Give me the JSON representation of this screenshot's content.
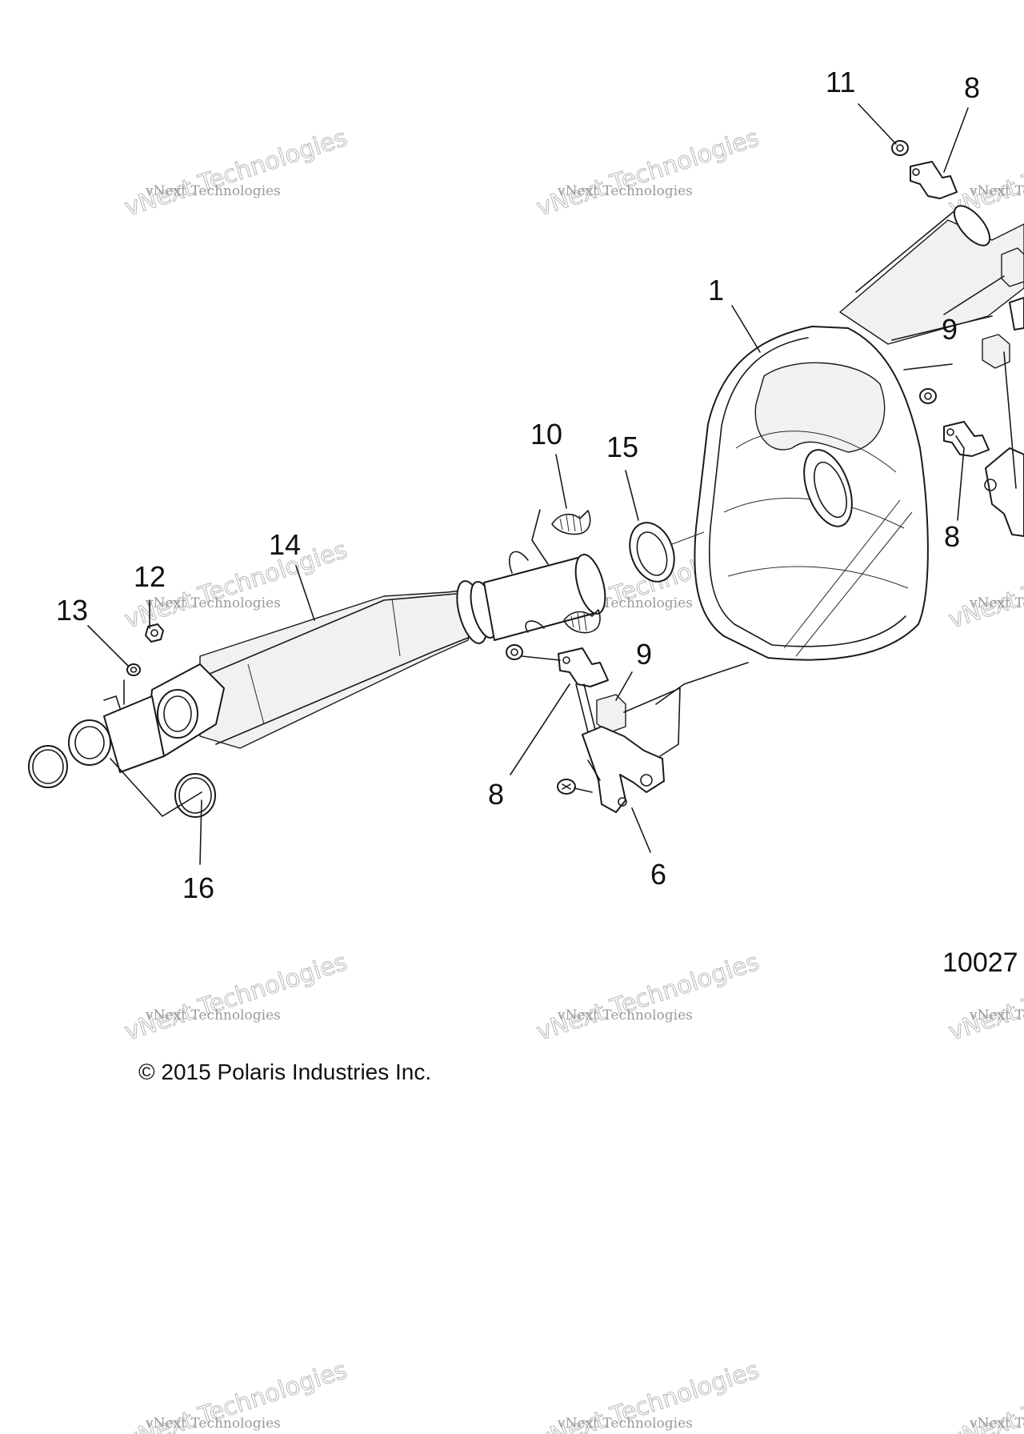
{
  "callouts": {
    "c1": "1",
    "c6": "6",
    "c8a": "8",
    "c8b": "8",
    "c8c": "8",
    "c9a": "9",
    "c9b": "9",
    "c10": "10",
    "c11": "11",
    "c12": "12",
    "c13": "13",
    "c14": "14",
    "c15": "15",
    "c16": "16"
  },
  "figure_id": "10027",
  "copyright": "© 2015 Polaris Industries Inc.",
  "watermark": {
    "line1": "vNext Technologies",
    "line2": "vNext Technologies"
  }
}
